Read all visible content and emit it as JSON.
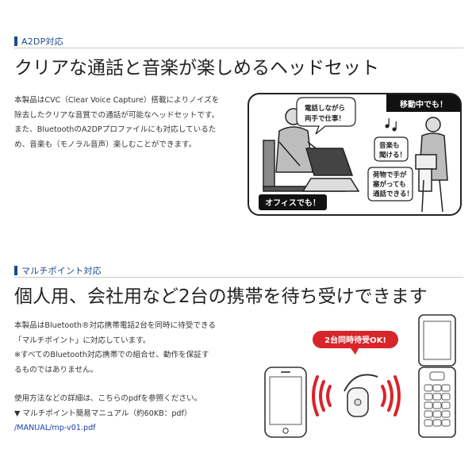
{
  "section1": {
    "tag": "A2DP対応",
    "headline": "クリアな通話と音楽が楽しめるヘッドセット",
    "body_lines": [
      "本製品はCVC（Clear Voice Capture）搭載によりノイズを",
      "除去したクリアな音質での通話が可能なヘッドセットです。",
      "また、BluetoothのA2DPプロファイルにも対応しているた",
      "め、音楽も（モノラル音声）楽しむことができます。"
    ],
    "illustration": {
      "label_moving": "移動中でも！",
      "label_office": "オフィスでも！",
      "bubble_call": [
        "電話しながら",
        "両手で仕事！"
      ],
      "bubble_music": [
        "音楽も",
        "聞ける！"
      ],
      "bubble_luggage": [
        "荷物で手が",
        "塞がっても",
        "通話できる！"
      ]
    }
  },
  "section2": {
    "tag": "マルチポイント対応",
    "headline": "個人用、会社用など2台の携帯を待ち受けできます",
    "body_lines": [
      "本製品はBluetooth®対応携帯電話2台を同時に待受できる",
      "「マルチポイント」に対応しています。",
      "※すべてのBluetooth対応携帯での組合せ、動作を保証す",
      "るものではありません。"
    ],
    "usage_line": "使用方法などの詳細は、こちらのpdfを参照ください。",
    "manual_line": "▼ マルチポイント簡易マニュアル（約60KB：pdf）",
    "manual_link": "/MANUAL/mp-v01.pdf",
    "illustration": {
      "badge": "2台同時待受OK!"
    }
  },
  "colors": {
    "tag_blue": "#1b4a8a",
    "link_blue": "#1a3fb0",
    "signal_red": "#d8242b"
  }
}
